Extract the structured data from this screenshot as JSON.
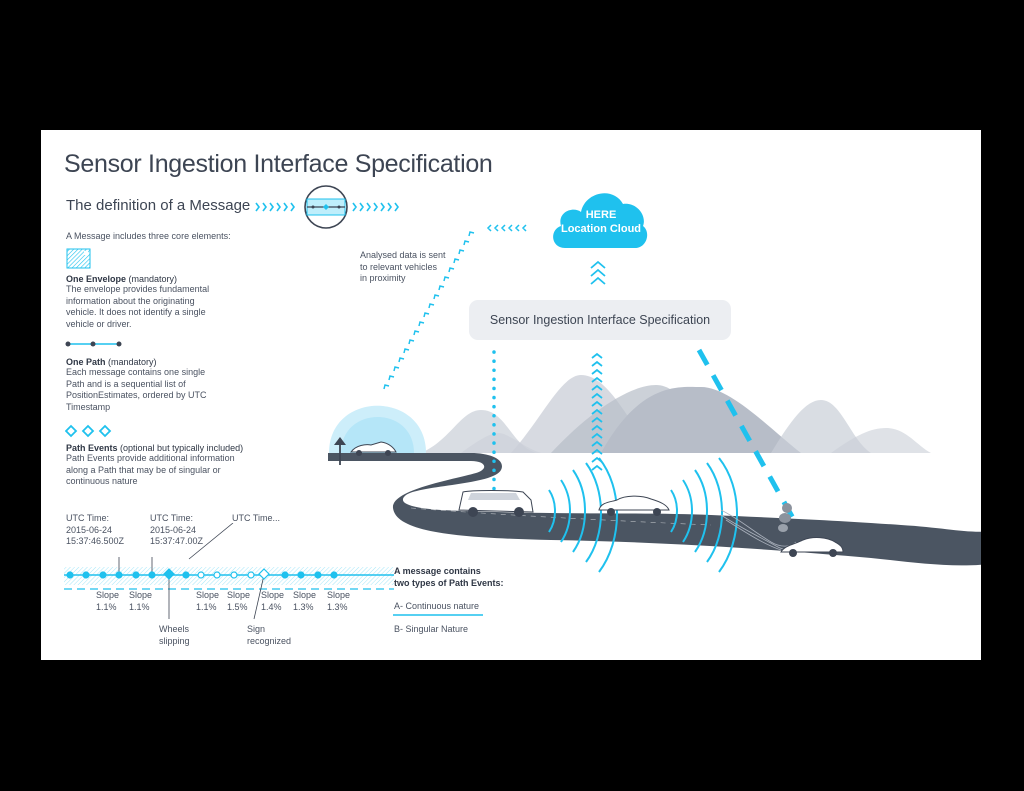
{
  "title": "Sensor Ingestion Interface Specification",
  "subtitle": "The definition of a Message",
  "intro": "A Message includes three core elements:",
  "envelope": {
    "title": "One Envelope",
    "qualifier": " (mandatory)",
    "lines": [
      "The envelope provides fundamental",
      "information about the originating",
      "vehicle. It does not identify a single",
      "vehicle or driver."
    ]
  },
  "path": {
    "title": "One Path",
    "qualifier": " (mandatory)",
    "lines": [
      "Each message contains one single",
      "Path and is a sequential list of",
      "PositionEstimates, ordered by UTC",
      "Timestamp"
    ]
  },
  "path_events": {
    "title": "Path Events",
    "qualifier": " (optional but typically included)",
    "lines": [
      "Path Events provide additional information",
      "along a Path that may be of singular or",
      "continuous nature"
    ]
  },
  "utc": [
    {
      "label": "UTC Time:",
      "date": "2015-06-24",
      "time": "15:37:46.500Z"
    },
    {
      "label": "UTC Time:",
      "date": "2015-06-24",
      "time": "15:37:47.00Z"
    },
    {
      "label": "UTC Time..."
    }
  ],
  "slopes": [
    {
      "label": "Slope",
      "value": "1.1%"
    },
    {
      "label": "Slope",
      "value": "1.1%"
    },
    {
      "label": "Slope",
      "value": "1.1%"
    },
    {
      "label": "Slope",
      "value": "1.5%"
    },
    {
      "label": "Slope",
      "value": "1.4%"
    },
    {
      "label": "Slope",
      "value": "1.3%"
    },
    {
      "label": "Slope",
      "value": "1.3%"
    }
  ],
  "events": {
    "wheels": [
      "Wheels",
      "slipping"
    ],
    "sign": [
      "Sign",
      "recognized"
    ]
  },
  "types": {
    "heading": [
      "A message contains",
      "two types of Path Events:"
    ],
    "a": "A- Continuous nature",
    "b": "B- Singular Nature"
  },
  "analysed": [
    "Analysed data is sent",
    "to relevant vehicles",
    "in proximity"
  ],
  "cloud": [
    "HERE",
    "Location Cloud"
  ],
  "pill": "Sensor Ingestion Interface Specification",
  "colors": {
    "accent": "#1fc1ee",
    "road": "#4b5562",
    "mountain": "#c9ced7",
    "text": "#3d4553"
  }
}
